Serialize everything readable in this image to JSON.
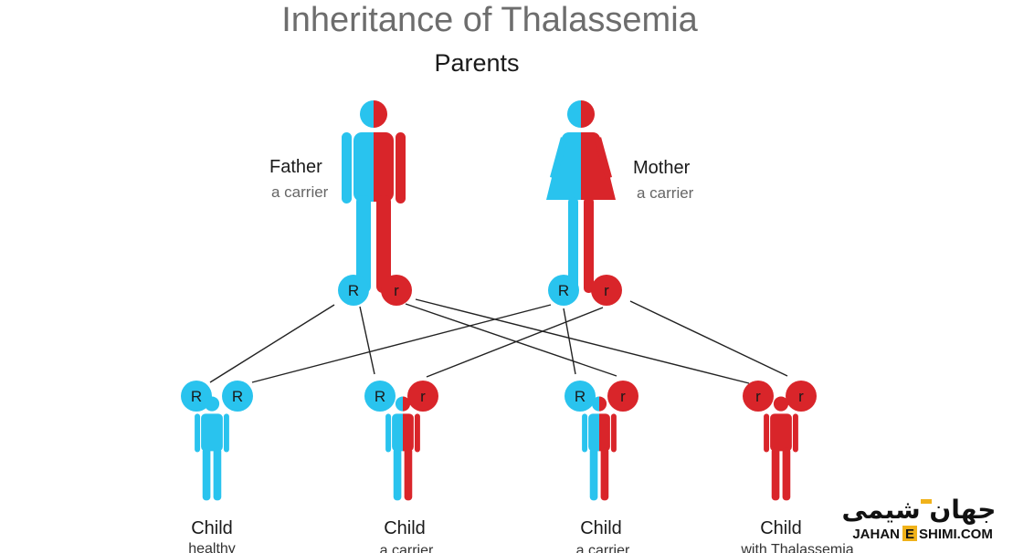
{
  "title": "Inheritance of Thalassemia",
  "subtitle": "Parents",
  "colors": {
    "normal": "#29c3ee",
    "affected": "#d9252a"
  },
  "parents": [
    {
      "label": "Father",
      "status": "a carrier",
      "alleles": [
        "R",
        "r"
      ]
    },
    {
      "label": "Mother",
      "status": "a carrier",
      "alleles": [
        "R",
        "r"
      ]
    }
  ],
  "children": [
    {
      "label": "Child",
      "status": "healthy",
      "alleles": [
        "R",
        "R"
      ]
    },
    {
      "label": "Child",
      "status": "a carrier",
      "alleles": [
        "R",
        "r"
      ]
    },
    {
      "label": "Child",
      "status": "a carrier",
      "alleles": [
        "R",
        "r"
      ]
    },
    {
      "label": "Child",
      "status": "with Thalassemia",
      "alleles": [
        "r",
        "r"
      ]
    }
  ],
  "watermark": {
    "persian": "جهان شیمی",
    "latin_left": "JAHAN",
    "latin_mid": "E",
    "latin_right": "SHIMI.COM"
  }
}
